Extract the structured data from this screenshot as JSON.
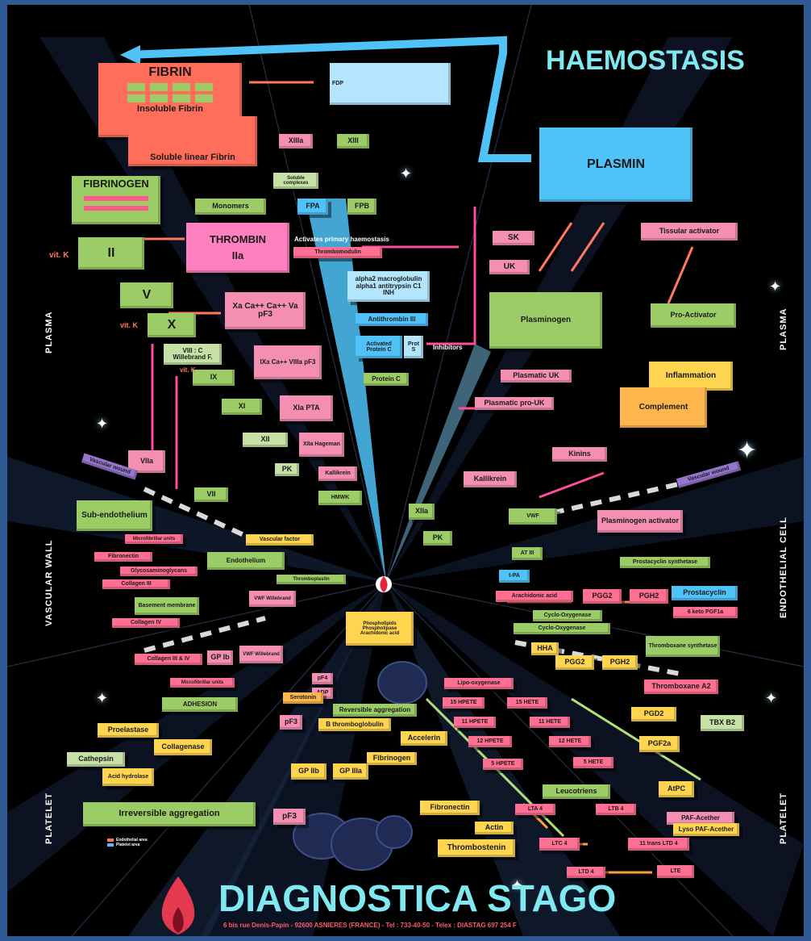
{
  "poster": {
    "title": "HAEMOSTASIS",
    "brand": "DIAGNOSTICA STAGO",
    "address": "6 bis rue Denis-Papin - 92600 ASNIERES (FRANCE) - Tel : 733-40-50 - Telex : DIASTAG 697 254 F",
    "accent_colors": {
      "title": "#7fe8f0",
      "border": "#2f5a93",
      "background": "#000000"
    }
  },
  "side_labels": {
    "plasma_left": "PLASMA",
    "plasma_right": "PLASMA",
    "vascular_wall": "VASCULAR WALL",
    "endothelial_cell": "ENDOTHELIAL CELL",
    "platelet_left": "PLATELET",
    "platelet_right": "PLATELET"
  },
  "upper": {
    "fibrin": "FIBRIN",
    "insoluble_fibrin": "Insoluble Fibrin",
    "soluble_fibrin": "Soluble linear Fibrin",
    "fibrinogen": "FIBRINOGEN",
    "fdp": "FDP",
    "xiiia": "XIIIa",
    "xiii": "XIII",
    "soluble_complexes": "Soluble complexes",
    "monomers": "Monomers",
    "fpa": "FPA",
    "fpb": "FPB",
    "thrombin": "THROMBIN",
    "iia": "IIa",
    "ii": "II",
    "vit_k1": "vit. K",
    "vit_k2": "vit. K",
    "vit_k3": "vit. K",
    "v": "V",
    "x": "X",
    "pf3_complex": "Xa Ca++ Ca++ Va pF3",
    "viii_willebrand": "VIII : C Willebrand F.",
    "ix": "IX",
    "ixa_complex": "IXa Ca++ VIIIa pF3",
    "xi": "XI",
    "xia": "XIa PTA",
    "xiia": "XIIa Hageman",
    "xii": "XII",
    "vii": "VII",
    "viia": "VIIa",
    "activates_primary": "Activates primary haemostasis",
    "thrombomodulin": "Thrombomodulin",
    "inhibitors": "alpha2 macroglobulin alpha1 antitrypsin C1 INH",
    "antithrombin": "Antithrombin III",
    "activated_protein_c": "Activated Protein C",
    "prot_s": "Prot S",
    "inhibitors_label": "Inhibitors",
    "protein_c": "Protein C",
    "kallikrein_small": "Kallikrein",
    "pk": "PK",
    "hmwk": "HMWK",
    "plasmin": "PLASMIN",
    "sk": "SK",
    "uk": "UK",
    "tissular_activator": "Tissular activator",
    "plasminogen": "Plasminogen",
    "pro_activator": "Pro-Activator",
    "plasmatic_uk": "Plasmatic UK",
    "plasmatic_pro_uk": "Plasmatic pro-UK",
    "inflammation": "Inflammation",
    "complement": "Complement",
    "kinins": "Kinins",
    "kallikrein": "Kallikrein",
    "xiia_right": "XIIa",
    "pk_right": "PK",
    "vascular_wound_left": "Vascular wound",
    "vascular_wound_right": "Vascular wound"
  },
  "lower_left": {
    "subendothelium": "Sub-endothelium",
    "microfibrillar": "Microfibrillar units",
    "fibronectin_wall": "Fibronectin",
    "glycosaminoglycans": "Glycosaminoglycans",
    "collagen_iii": "Collagen III",
    "collagen_iv": "Collagen IV",
    "basement_membrane": "Basement membrane",
    "thrombin_vw": "VWF Willebrand",
    "vascular_factor": "Vascular factor",
    "endothelium": "Endothelium",
    "thromboplastin": "Thromboplastin",
    "collagen_iii_iv": "Collagen III & IV",
    "gpib": "GP Ib",
    "vwf": "VWF Willebrand",
    "microfibrillar2": "Microfibrillar units",
    "adhesion": "ADHESION",
    "proelastase": "Proelastase",
    "collagenase": "Collagenase",
    "cathepsin": "Cathepsin",
    "acid_hydrolase": "Acid hydrolase",
    "irreversible": "Irreversible aggregation",
    "pf3_low": "pF3",
    "pf4": "pF4",
    "serotonin": "Serotonin",
    "adp": "ADP",
    "reversible": "Reversible aggregation",
    "b_thromboglobulin": "B thromboglobulin",
    "gp_iib": "GP IIb",
    "gp_iiia": "GP IIIa",
    "fibrinogen_low": "Fibrinogen",
    "fibronectin_low": "Fibronectin",
    "actin": "Actin",
    "thrombostenin": "Thrombostenin",
    "accelerin": "Accelerin",
    "phospholipids": "Phospholipids Phospholipase Arachidonic acid",
    "legend_1": "Endothelial area",
    "legend_2": "Platelet area"
  },
  "lower_right": {
    "vwf_right": "VWF",
    "plasminogen_activator": "Plasminogen activator",
    "at_iii": "AT III",
    "tpa": "t-PA",
    "prostacyclin_synthetase": "Prostacyclin synthetase",
    "arachidonic": "Arachidonic acid",
    "pgg2": "PGG2",
    "pgh2": "PGH2",
    "prostacyclin": "Prostacyclin",
    "keto_pgf": "6 keto PGF1a",
    "cyclo_oxygenase1": "Cyclo-Oxygenase",
    "cyclo_oxygenase2": "Cyclo-Oxygenase",
    "thromboxane_synthetase": "Thromboxane synthetase",
    "hha": "HHA",
    "pgg2_b": "PGG2",
    "pgh2_b": "PGH2",
    "thromboxane_a2": "Thromboxane A2",
    "pgd2": "PGD2",
    "txb2": "TBX B2",
    "pgf2": "PGF2a",
    "lipoxygenase": "Lipo-oxygenase",
    "hpete_15": "15 HPETE",
    "hete_15": "15 HETE",
    "hpete_11": "11 HPETE",
    "hete_11": "11 HETE",
    "hpete_12": "12 HPETE",
    "hete_12": "12 HETE",
    "hpete_5": "5 HPETE",
    "hete_5": "5 HETE",
    "leucotriens": "Leucotriens",
    "atpc": "AtPC",
    "lta4": "LTA 4",
    "ltb4": "LTB 4",
    "ltc4": "LTC 4",
    "trans_ltd4": "11 trans LTD 4",
    "ltd4": "LTD 4",
    "lte": "LTE",
    "paf": "PAF-Acether",
    "lyso_paf": "Lyso PAF-Acether"
  }
}
